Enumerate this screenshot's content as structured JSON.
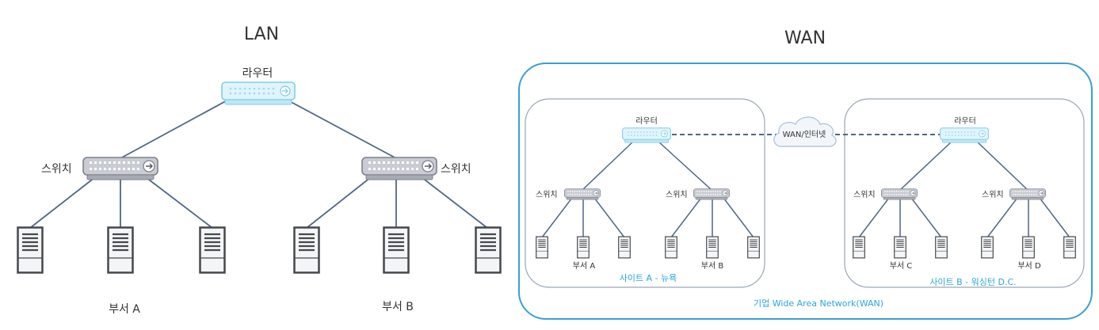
{
  "lan": {
    "title": "LAN",
    "router_label": "라우터",
    "switch_label_left": "스위치",
    "switch_label_right": "스위치",
    "dept_a": "부서 A",
    "dept_b": "부서 B"
  },
  "wan": {
    "title": "WAN",
    "enterprise_label": "기업 Wide Area Network(WAN)",
    "cloud_label": "WAN/인터넷",
    "site_a": {
      "name": "사이트 A - 뉴욕",
      "router_label": "라우터",
      "switch_label_1": "스위치",
      "switch_label_2": "스위치",
      "dept_1": "부서 A",
      "dept_2": "부서 B"
    },
    "site_b": {
      "name": "사이트 B - 워싱턴 D.C.",
      "router_label": "라우터",
      "switch_label_1": "스위치",
      "switch_label_2": "스위치",
      "dept_1": "부서 C",
      "dept_2": "부서 D"
    }
  },
  "colors": {
    "line": "#4e6787",
    "router_fill": "#dff4fb",
    "router_stroke": "#7fcde9",
    "switch_fill": "#c9ccd2",
    "switch_stroke": "#7c8190",
    "server_fill": "#f4f5f6",
    "server_stroke": "#45484d",
    "frame_outer": "#3aa0cf",
    "frame_inner": "#9aa7b6",
    "site_text": "#29a7df"
  }
}
